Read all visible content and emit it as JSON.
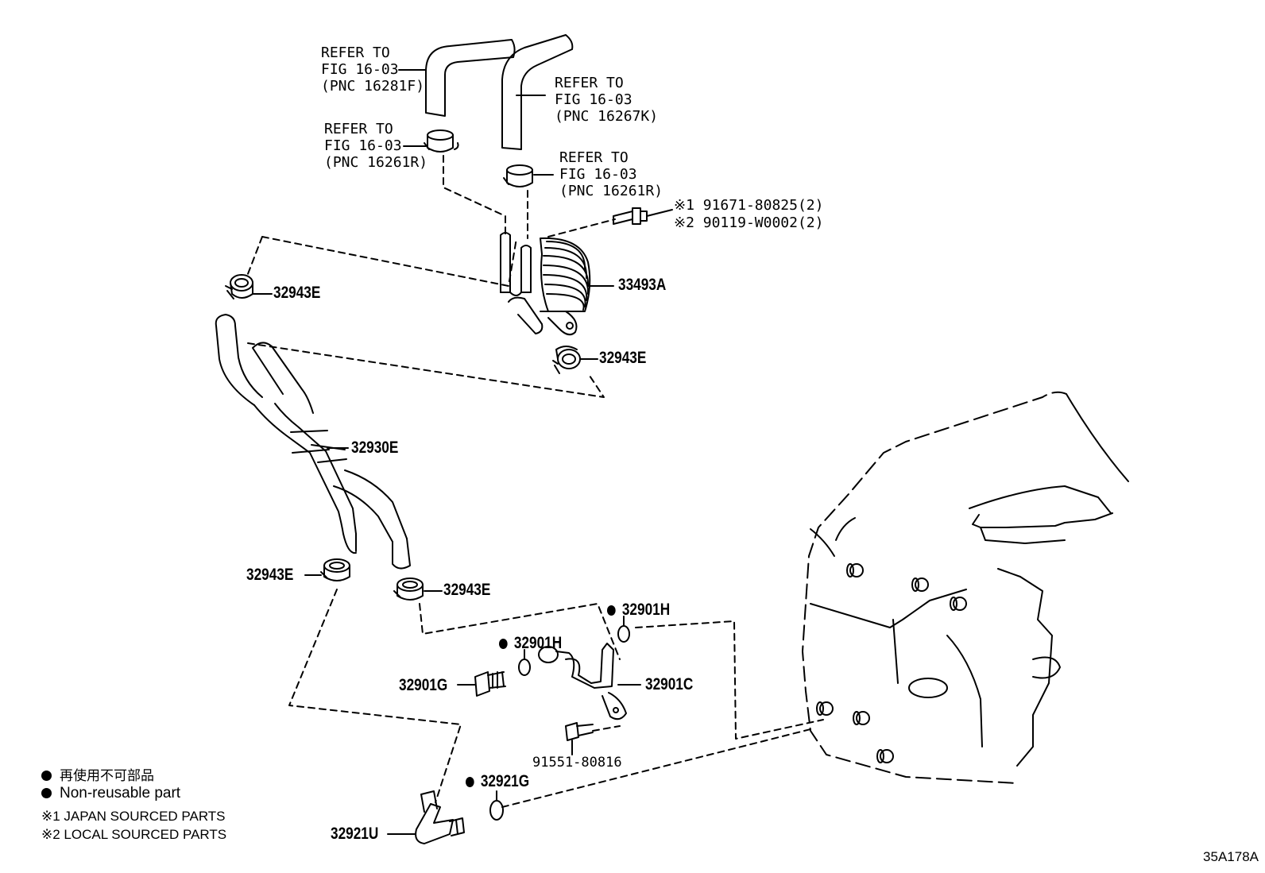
{
  "refs": {
    "hose1": {
      "line1": "REFER TO",
      "line2": "FIG 16-03",
      "line3": "(PNC 16281F)"
    },
    "hose2": {
      "line1": "REFER TO",
      "line2": "FIG 16-03",
      "line3": "(PNC 16267K)"
    },
    "clamp1": {
      "line1": "REFER TO",
      "line2": "FIG 16-03",
      "line3": "(PNC 16261R)"
    },
    "clamp2": {
      "line1": "REFER TO",
      "line2": "FIG 16-03",
      "line3": "(PNC 16261R)"
    }
  },
  "bolt_notes": {
    "japan": "※1 91671-80825(2)",
    "local": "※2 90119-W0002(2)"
  },
  "parts": {
    "cooler": "33493A",
    "clamp_upper_left": "32943E",
    "clamp_upper_right": "32943E",
    "hose_assy": "32930E",
    "clamp_lower_left": "32943E",
    "clamp_lower_right": "32943E",
    "gasket_h_right": "32901H",
    "gasket_h_left": "32901H",
    "tube": "32901C",
    "union_bolt": "32901G",
    "bolt": "91551-80816",
    "gasket_g": "32921G",
    "union": "32921U"
  },
  "legend": {
    "jp": "再使用不可部品",
    "en": "Non-reusable part",
    "note1": "※1 JAPAN SOURCED PARTS",
    "note2": "※2 LOCAL SOURCED PARTS"
  },
  "illustration_code": "35A178A"
}
